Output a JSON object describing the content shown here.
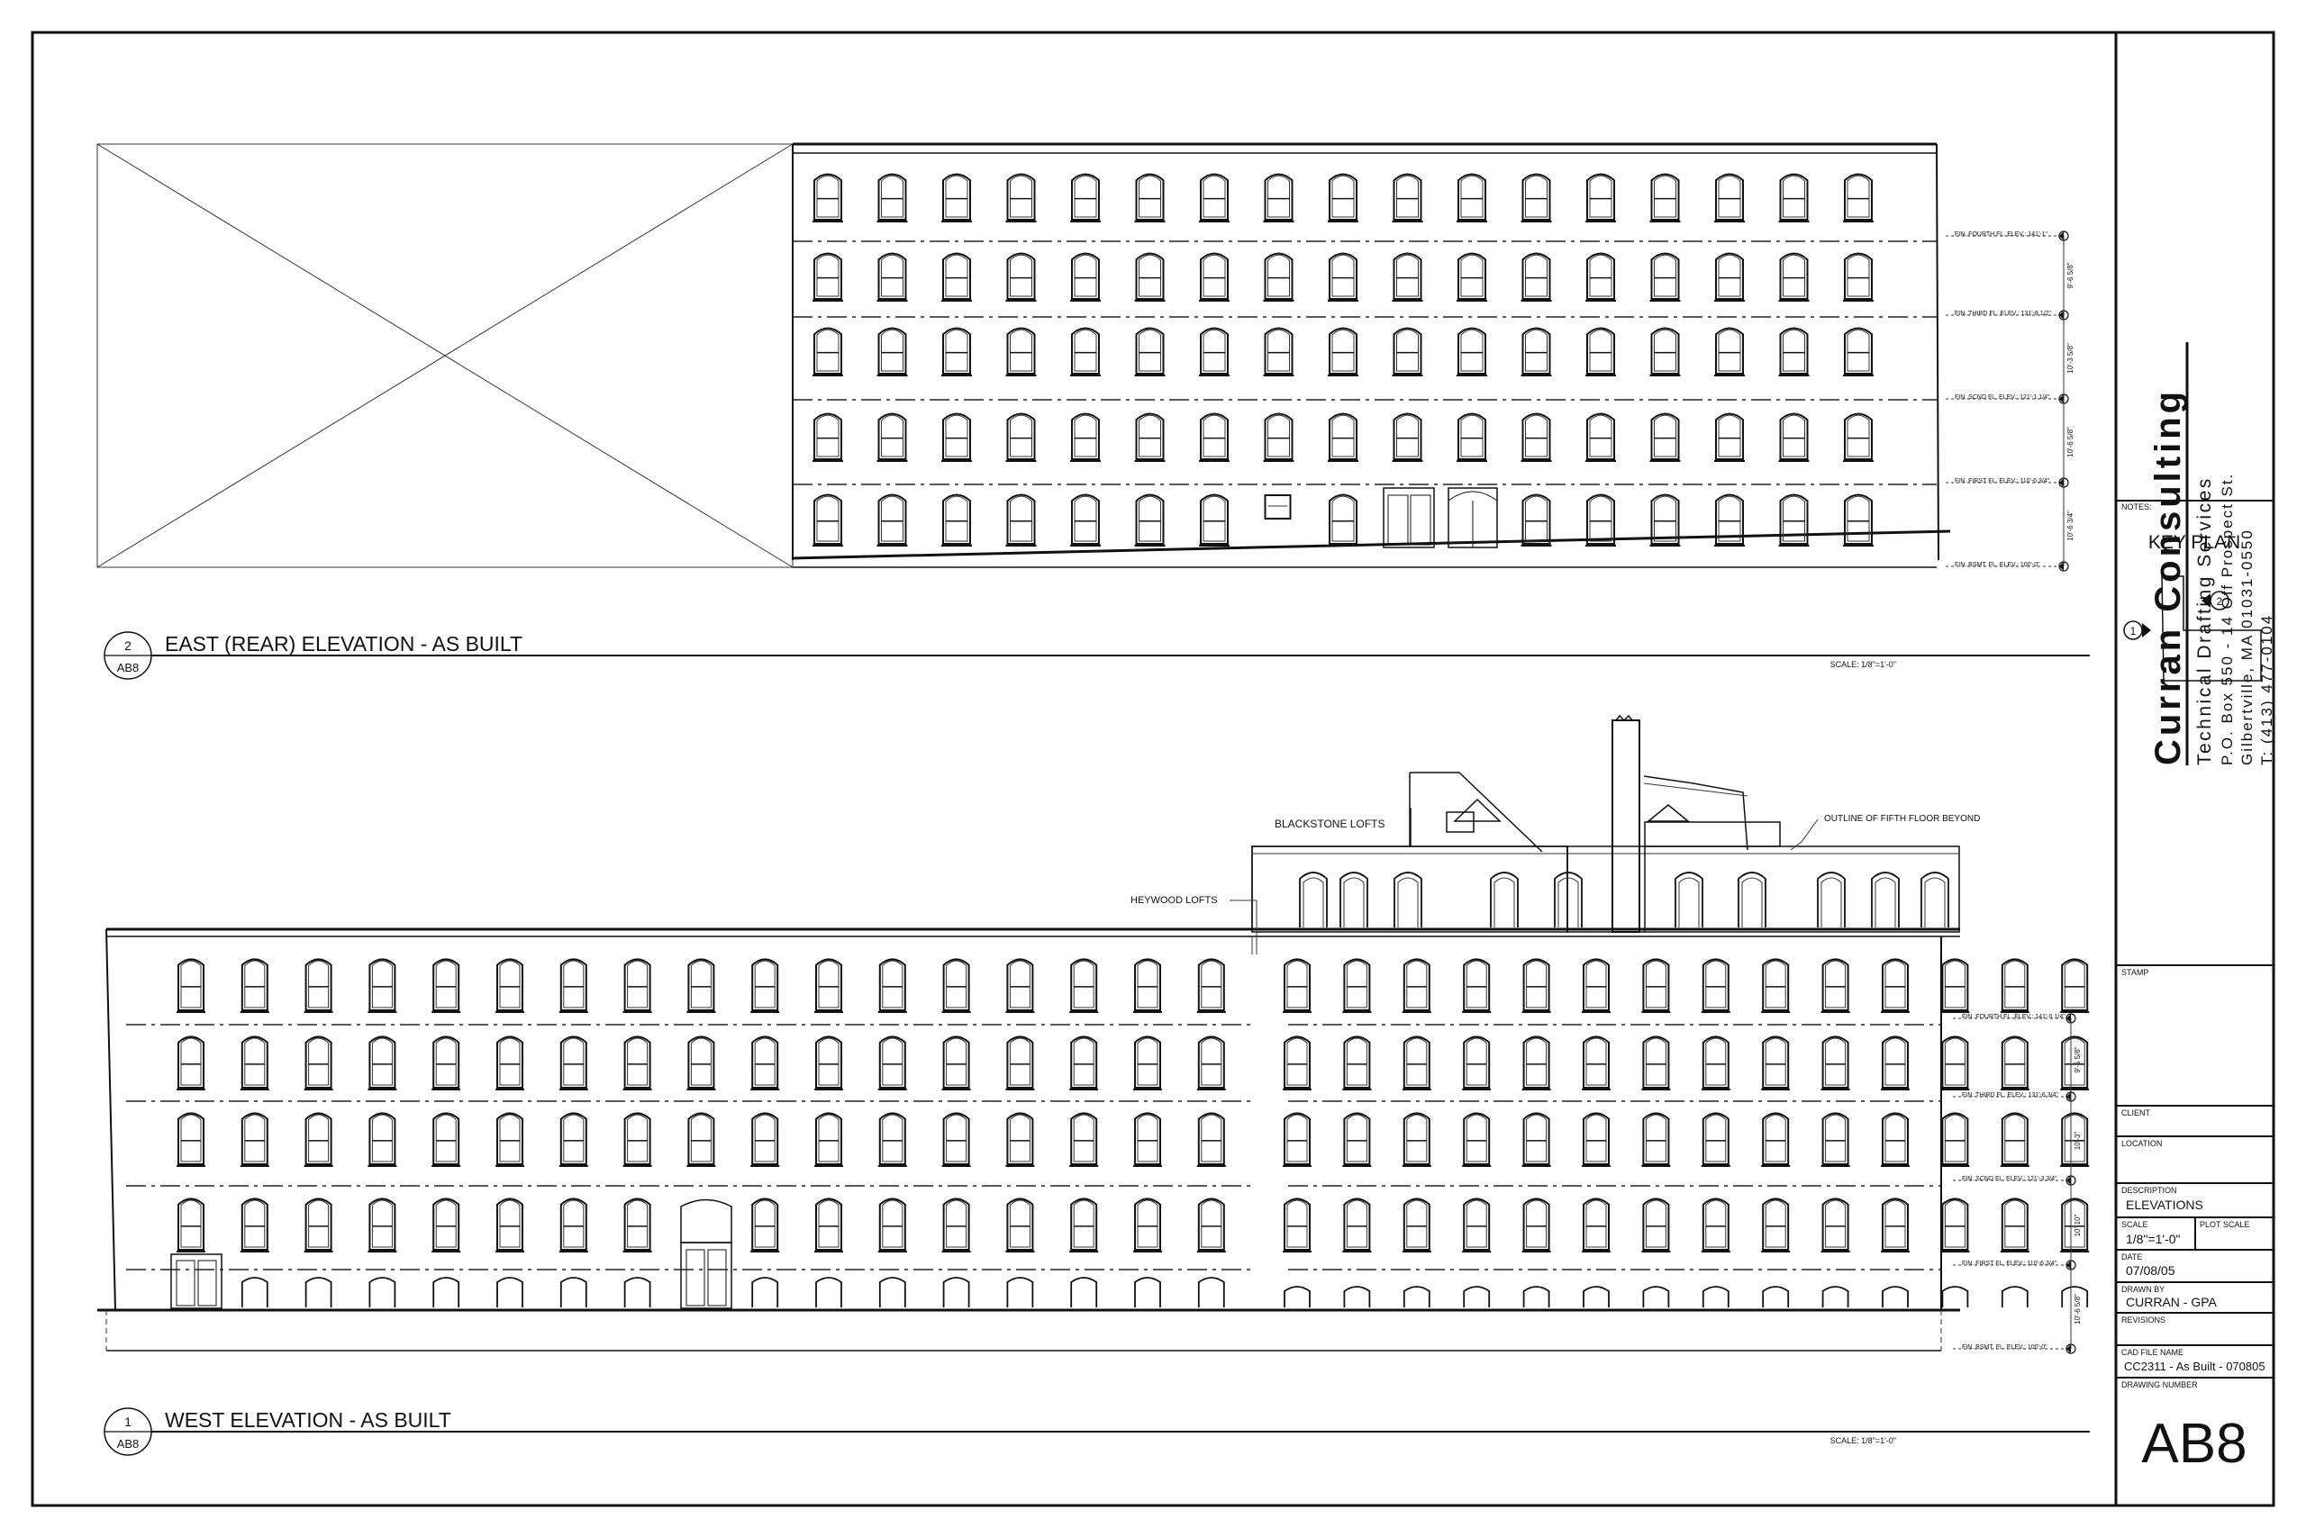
{
  "title_block": {
    "firm_name": "Curran Consulting",
    "firm_subtitle": "Technical Drafting Services",
    "address_line": "P.O. Box 550 - 14 Off Prospect St.",
    "city_line": "Gilbertville, MA 01031-0550",
    "phone_line": "T: (413) 477-0104",
    "notes_label": "NOTES:",
    "key_plan_label": "KEY PLAN",
    "key_marker_1": "1",
    "key_marker_2": "2",
    "stamp_label": "STAMP",
    "client_label": "CLIENT",
    "location_label": "LOCATION",
    "description_label": "DESCRIPTION",
    "description_value": "ELEVATIONS",
    "scale_label": "SCALE",
    "scale_value": "1/8\"=1'-0\"",
    "plot_scale_label": "PLOT SCALE",
    "date_label": "DATE",
    "date_value": "07/08/05",
    "drawn_by_label": "DRAWN BY",
    "drawn_by_value": "CURRAN - GPA",
    "revisions_label": "REVISIONS",
    "cad_label": "CAD FILE NAME",
    "cad_value": "CC2311 - As Built - 070805",
    "drawing_number_label": "DRAWING NUMBER",
    "drawing_number": "AB8"
  },
  "east": {
    "title": "EAST (REAR) ELEVATION - AS BUILT",
    "tag_number": "2",
    "tag_sheet": "AB8",
    "scale_note": "SCALE: 1/8\"=1'-0\"",
    "levels": [
      "FIN. FOURTH FL. ELEV.: 141'-1\"",
      "FIN. THIRD FL. ELEV.: 131'-8 1/2\"",
      "FIN. SCND FL. ELEV.: 121'-1 1/4\"",
      "FIN. FIRST FL. ELEV.: 110'-6 3/4\"",
      "FIN. BSMT. FL. ELEV.: 100'-0\""
    ],
    "dims": [
      "9'-6 5/8\"",
      "10'-3 5/8\"",
      "10'-6 5/8\"",
      "10'-6 3/4\""
    ]
  },
  "west": {
    "title": "WEST ELEVATION - AS BUILT",
    "tag_number": "1",
    "tag_sheet": "AB8",
    "scale_note": "SCALE: 1/8\"=1'-0\"",
    "label_blackstone": "BLACKSTONE LOFTS",
    "label_heywood": "HEYWOOD LOFTS",
    "label_outline": "OUTLINE OF FIFTH FLOOR BEYOND",
    "levels": [
      "FIN. FOURTH FL. ELEV.: 141'-0 1/4\"",
      "FIN. THIRD FL. ELEV.: 131'-6 3/4\"",
      "FIN. SCND FL. ELEV.: 121'-3 3/4\"",
      "FIN. FIRST FL. ELEV.: 110'-6 3/4\"",
      "FIN. BSMT. FL. ELEV.: 100'-0\""
    ],
    "dims": [
      "9'-5 5/8\"",
      "10'-3\"",
      "10'-10\"",
      "10'-6 5/8\""
    ]
  }
}
